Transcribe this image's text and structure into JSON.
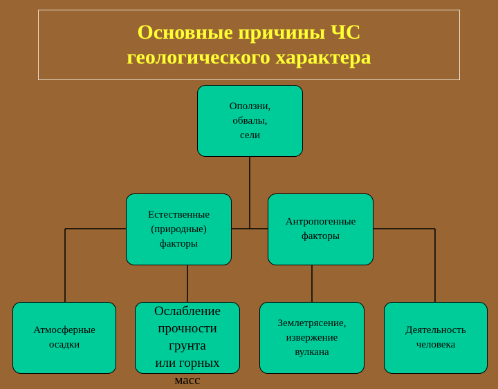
{
  "title": {
    "line1": "Основные причины ЧС",
    "line2": "геологического характера"
  },
  "nodes": {
    "top": {
      "lines": [
        "Оползни,",
        "обвалы,",
        "сели"
      ]
    },
    "natural": {
      "lines": [
        "Естественные",
        "(природные)",
        "факторы"
      ]
    },
    "anthropogenic": {
      "lines": [
        "Антропогенные",
        "факторы"
      ]
    },
    "precipitation": {
      "lines": [
        "Атмосферные",
        "осадки"
      ]
    },
    "soil": {
      "lines": [
        "Ослабление",
        "прочности грунта",
        "или горных",
        "масс"
      ]
    },
    "earthquake": {
      "lines": [
        "Землетрясение,",
        "извержение",
        "вулкана"
      ]
    },
    "human": {
      "lines": [
        "Деятельность",
        "человека"
      ]
    }
  },
  "colors": {
    "background": "#996633",
    "title": "#ffff33",
    "node_fill": "#00cc99",
    "line": "#000000"
  }
}
